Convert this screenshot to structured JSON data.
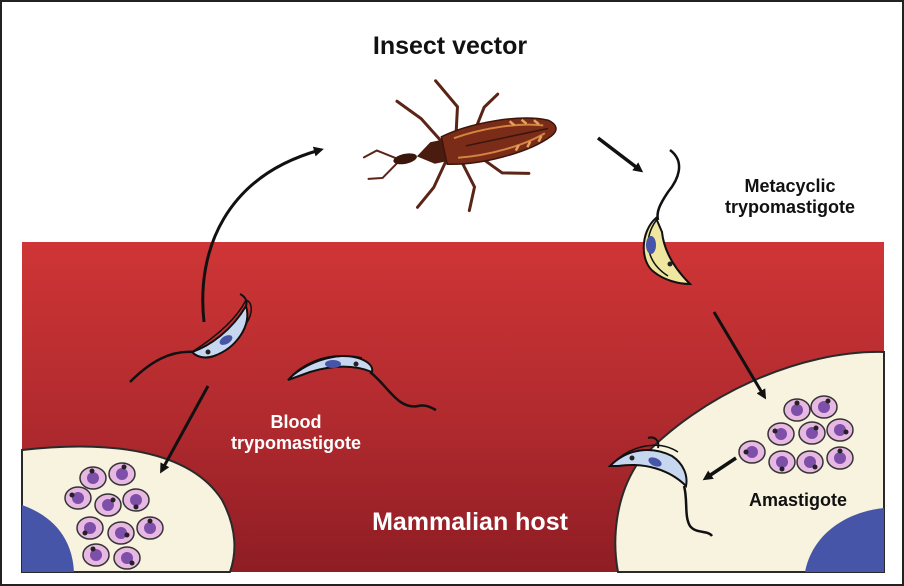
{
  "diagram": {
    "title": "Insect vector",
    "labels": {
      "metacyclic": [
        "Metacyclic",
        "trypomastigote"
      ],
      "blood": [
        "Blood",
        "trypomastigote"
      ],
      "amastigote": "Amastigote",
      "host": "Mammalian host"
    },
    "icons": {
      "vector": "triatomine-bug-icon",
      "parasite": "trypomastigote-icon",
      "cell": "amastigote-cell-icon"
    },
    "colors": {
      "blood_top": "#cf3536",
      "blood_bottom": "#8e1d24",
      "host_cell": "#f7f3df",
      "nucleus": "#4755a8",
      "amastigote_fill": "#e7b8e2",
      "amastigote_core": "#7d4fa8",
      "parasite_body": "#c8d7f0",
      "metacyclic_body": "#efe6a0"
    }
  }
}
